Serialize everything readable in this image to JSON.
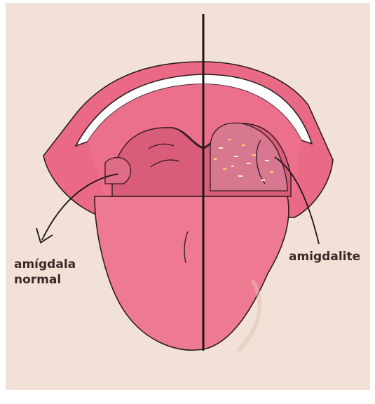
{
  "labels": {
    "normal_line1": "amígdala",
    "normal_line2": "normal",
    "inflamed": "amigdalite"
  },
  "colors": {
    "background": "#f1e1d6",
    "lip": "#ea6a86",
    "tongue": "#ee7a92",
    "throat": "#d95d7a",
    "tonsil_normal": "#e06b87",
    "tonsil_inflamed": "#d87890",
    "teeth": "#ffffff",
    "outline": "#2d1b1f"
  }
}
